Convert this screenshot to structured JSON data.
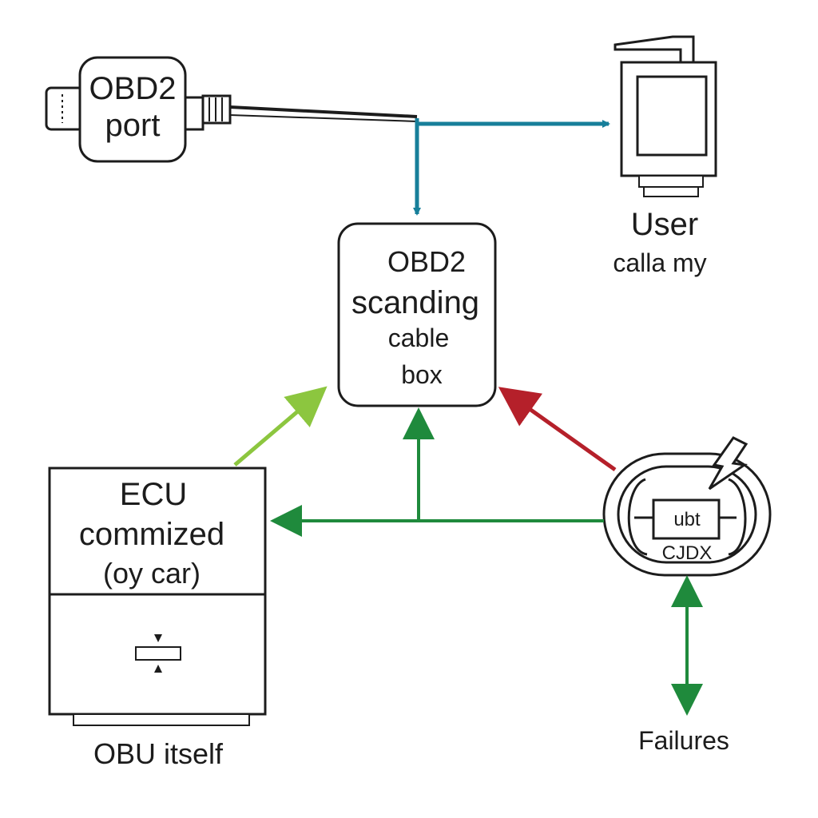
{
  "nodes": {
    "port": {
      "line1": "OBD2",
      "line2": "port"
    },
    "scanner": {
      "line1": "OBD2",
      "line2": "scanding",
      "line3": "cable",
      "line4": "box"
    },
    "user": {
      "line1": "User",
      "line2": "calla my"
    },
    "ecu": {
      "line1": "ECU",
      "line2": "commized",
      "line3": "(oy car)"
    },
    "obu": {
      "label": "OBU itself"
    },
    "failures": {
      "label": "Failures",
      "chip_line1": "ubt",
      "chip_line2": "CJDX"
    }
  },
  "colors": {
    "teal": "#177f9a",
    "green": "#1f8a3c",
    "light_green": "#8cc63f",
    "red": "#b5202a",
    "stroke": "#1c1c1c"
  }
}
